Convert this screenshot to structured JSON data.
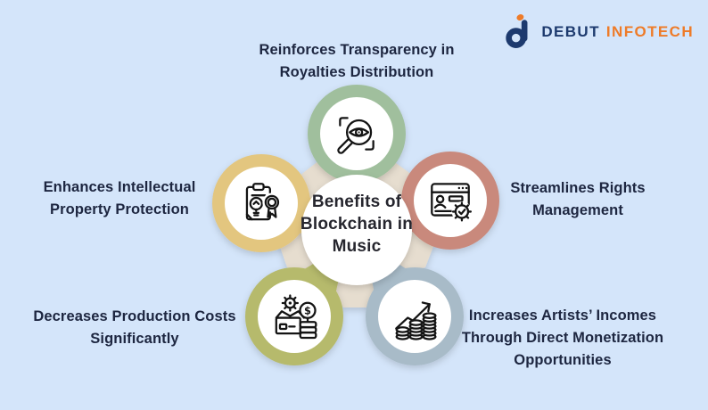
{
  "palette": {
    "background": "#d4e5fa",
    "connector": "#e6ddcf",
    "label_text": "#1d2640",
    "title_text": "#26262e",
    "icon_stroke": "#141414"
  },
  "logo": {
    "primary": "DEBUT",
    "secondary": "INFOTECH",
    "primary_color": "#1d3a6e",
    "secondary_color": "#ee7b28"
  },
  "center": {
    "title": "Benefits of Blockchain in Music"
  },
  "benefits": [
    {
      "label": "Reinforces Transparency in Royalties Distribution",
      "color": "#a0bf9d",
      "icon": "magnifier-eye-icon",
      "position": "top"
    },
    {
      "label": "Streamlines Rights Management",
      "color": "#c9897b",
      "icon": "rights-window-gear-icon",
      "position": "right"
    },
    {
      "label": "Increases Artists’ Incomes Through Direct Monetization Opportunities",
      "color": "#a8bbc8",
      "icon": "coins-growth-arrow-icon",
      "position": "bottom-right"
    },
    {
      "label": "Decreases Production Costs Significantly",
      "color": "#b6ba6c",
      "icon": "production-box-gear-dollar-icon",
      "position": "bottom-left"
    },
    {
      "label": "Enhances Intellectual Property Protection",
      "color": "#e3c67f",
      "icon": "clipboard-bulb-award-icon",
      "position": "left"
    }
  ]
}
